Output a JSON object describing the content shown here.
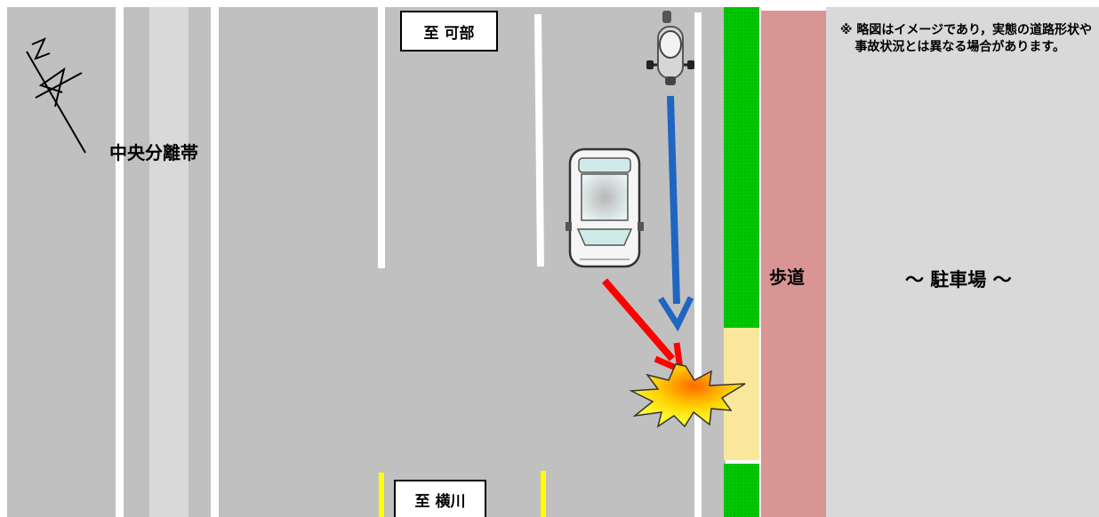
{
  "labels": {
    "north": "N",
    "median": "中央分離帯",
    "sign_top": "至  可部",
    "sign_bottom": "至  横川",
    "sidewalk": "歩道",
    "parking": "～  駐車場  ～",
    "note_line1": "※  略図はイメージであり，実態の道路形状や",
    "note_line2": "事故状況とは異なる場合があります。"
  },
  "colors": {
    "road": "#c0c0c0",
    "median_strip": "#d9d9d9",
    "lane_line": "#ffffff",
    "yellow_line": "#ffff00",
    "planting_strip": "#00c800",
    "yellow_zone": "#f9e79c",
    "sidewalk": "#d99594",
    "parking_area": "#d9d9d9",
    "motorcycle_path_arrow": "#1f66c2",
    "car_path_arrow": "#ff0000",
    "collision_fill": "#ffd700"
  },
  "icons": [
    "north-arrow-icon",
    "motorcycle-icon",
    "car-icon",
    "collision-burst-icon"
  ]
}
